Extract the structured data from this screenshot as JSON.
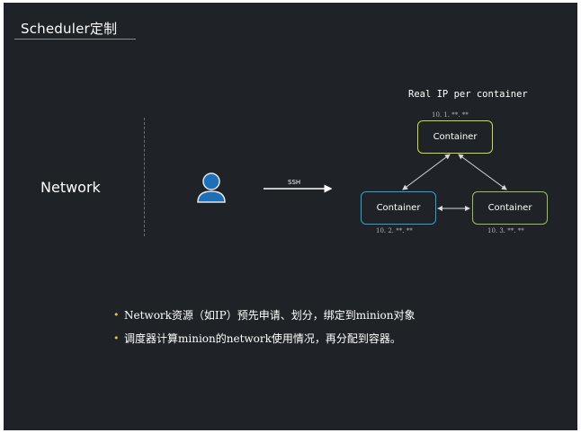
{
  "slide": {
    "title": "Scheduler定制",
    "section_label": "Network"
  },
  "diagram": {
    "heading": "Real IP per container",
    "arrow_label": "SSH",
    "containers": [
      {
        "id": "top",
        "label": "Container",
        "ip": "10. 1. **. **",
        "border_color": "#c9dc46"
      },
      {
        "id": "left",
        "label": "Container",
        "ip": "10. 2. **. **",
        "border_color": "#2aa6d6"
      },
      {
        "id": "right",
        "label": "Container",
        "ip": "10. 3. **. **",
        "border_color": "#98c257"
      }
    ],
    "user_icon": "user-icon"
  },
  "bullets": [
    "Network资源（如IP）预先申请、划分，绑定到minion对象",
    "调度器计算minion的network使用情况，再分配到容器。"
  ],
  "colors": {
    "background": "#1f2226",
    "user_icon": "#1d6fb8",
    "bullet": "#e2c43a"
  }
}
